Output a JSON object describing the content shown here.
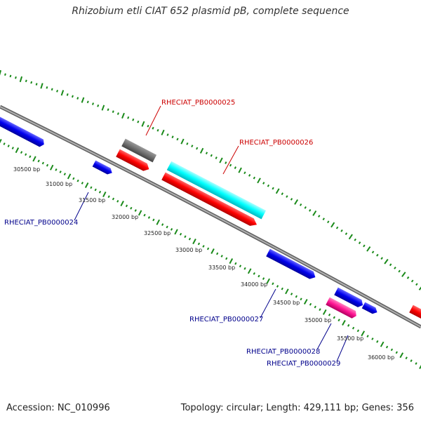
{
  "title": "Rhizobium etli CIAT 652 plasmid pB, complete sequence",
  "footer": {
    "accession": "Accession: NC_010996",
    "summary": "Topology: circular; Length: 429,111 bp; Genes: 356"
  },
  "colors": {
    "backbone": "#888888",
    "ticks": "#1a8a1a",
    "red": "#ff0000",
    "blue": "#0000ee",
    "cyan": "#00ffff",
    "gray": "#707070",
    "magenta": "#ff1493",
    "label_red": "#cc0000",
    "label_blue": "#00008b"
  },
  "ticks": [
    {
      "label": "30500 bp"
    },
    {
      "label": "31000 bp"
    },
    {
      "label": "31500 bp"
    },
    {
      "label": "32000 bp"
    },
    {
      "label": "32500 bp"
    },
    {
      "label": "33000 bp"
    },
    {
      "label": "33500 bp"
    },
    {
      "label": "34000 bp"
    },
    {
      "label": "34500 bp"
    },
    {
      "label": "35000 bp"
    },
    {
      "label": "35500 bp"
    },
    {
      "label": "36000 bp"
    }
  ],
  "gene_labels": [
    {
      "text": "RHECIAT_PB0000025",
      "color": "red"
    },
    {
      "text": "RHECIAT_PB0000026",
      "color": "red"
    },
    {
      "text": "RHECIAT_PB0000024",
      "color": "blue"
    },
    {
      "text": "RHECIAT_PB0000027",
      "color": "blue"
    },
    {
      "text": "RHECIAT_PB0000028",
      "color": "blue"
    },
    {
      "text": "RHECIAT_PB0000029",
      "color": "blue"
    }
  ]
}
